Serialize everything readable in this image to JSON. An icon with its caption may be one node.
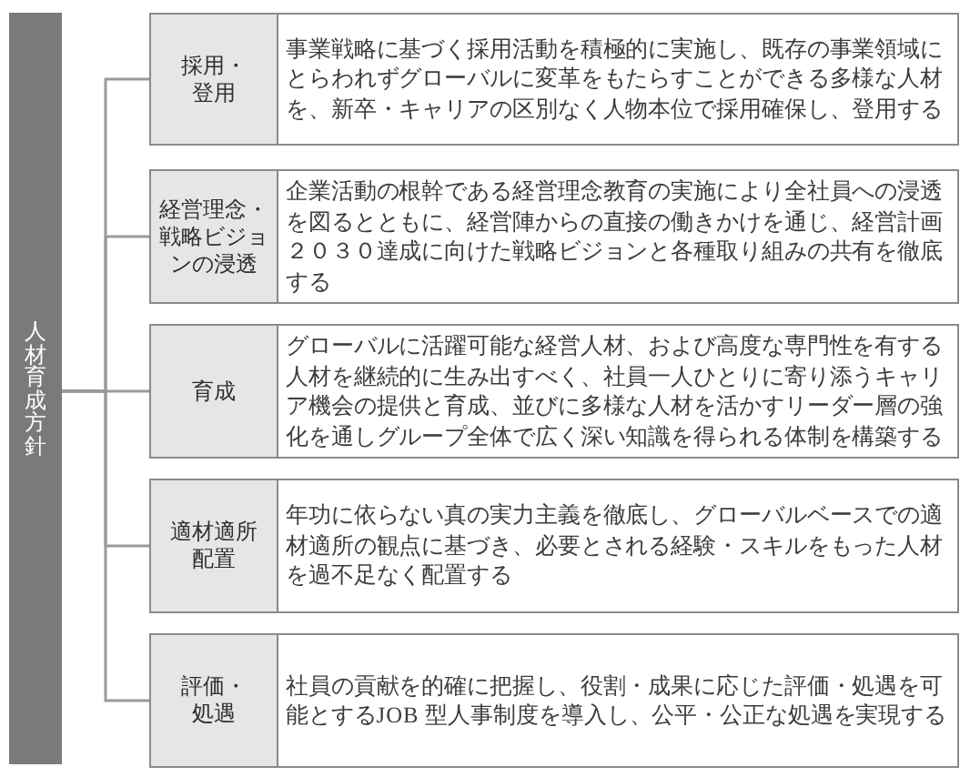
{
  "diagram": {
    "nodes": [
      {
        "text": [
          "人材育成方針"
        ]
      },
      {
        "text": [
          "採用・登用",
          "事業戦略に基づく採用活動を積極的に実施し、既存の事業領域にとらわれずグローバルに変革をもたらすことができる多様な人材を、新卒・キャリアの区別なく人物本位で採用確保し、登用する"
        ]
      },
      {
        "text": [
          "経営理念・戦略ビジョンの浸透",
          "企業活動の根幹である経営理念教育の実施により全社員への浸透を図るとともに、経営陣からの直接の働きかけを通じ、経営計画２０３０達成に向けた戦略ビジョンと各種取り組みの共有を徹底する"
        ]
      },
      {
        "text": [
          "育成",
          "グローバルに活躍可能な経営人材、および高度な専門性を有する人材を継続的に生み出すべく、社員一人ひとりに寄り添うキャリア機会の提供と育成、並びに多様な人材を活かすリーダー層の強化を通しグループ全体で広く深い知識を得られる体制を構築する"
        ]
      },
      {
        "text": [
          "適材適所配置",
          "年功に依らない真の実力主義を徹底し、グローバルベースでの適材適所の観点に基づき、必要とされる経験・スキルをもった人材を過不足なく配置する"
        ]
      },
      {
        "text": [
          "評価・処遇",
          "社員の貢献を的確に把握し、役割・成果に応じた評価・処遇を可能とするJOB 型人事制度を導入し、公平・公正な処遇を実現する"
        ]
      }
    ],
    "edges": [
      {
        "from": 0,
        "to": 1,
        "arrow": "none"
      },
      {
        "from": 0,
        "to": 2,
        "arrow": "none"
      },
      {
        "from": 0,
        "to": 3,
        "arrow": "none"
      },
      {
        "from": 0,
        "to": 4,
        "arrow": "none"
      },
      {
        "from": 0,
        "to": 5,
        "arrow": "none"
      }
    ]
  }
}
